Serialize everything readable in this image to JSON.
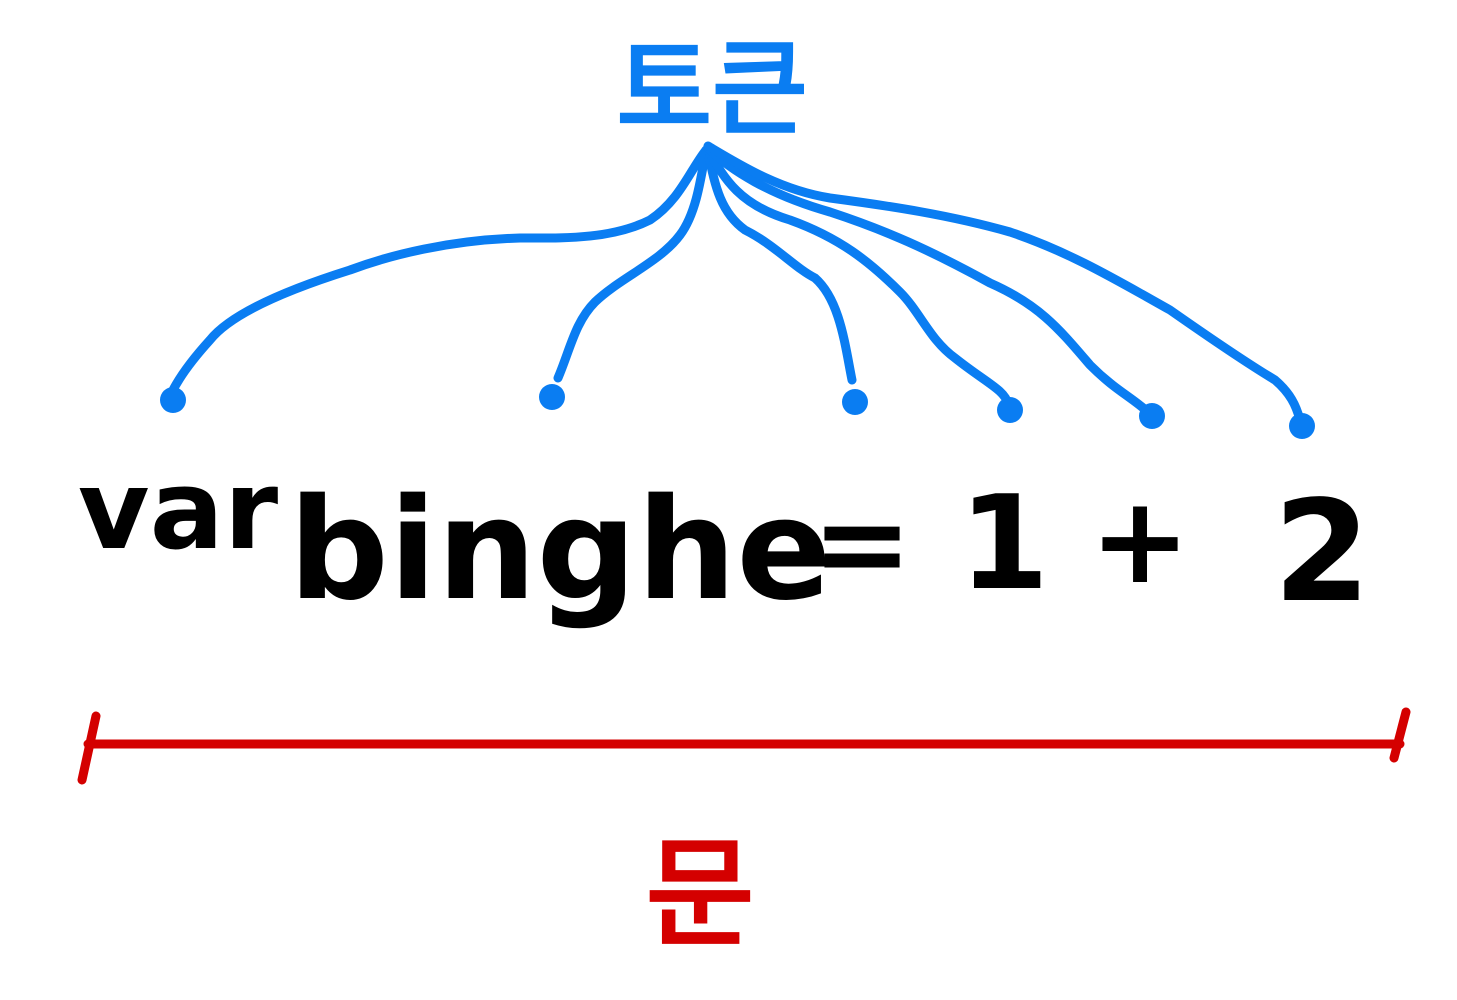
{
  "diagram": {
    "token_label": "토큰",
    "statement_label": "문",
    "tokens": [
      "var",
      "binghe",
      "=",
      "1",
      "+",
      "2"
    ],
    "colors": {
      "token": "#0a7df2",
      "text": "#000000",
      "statement": "#d40000"
    }
  }
}
